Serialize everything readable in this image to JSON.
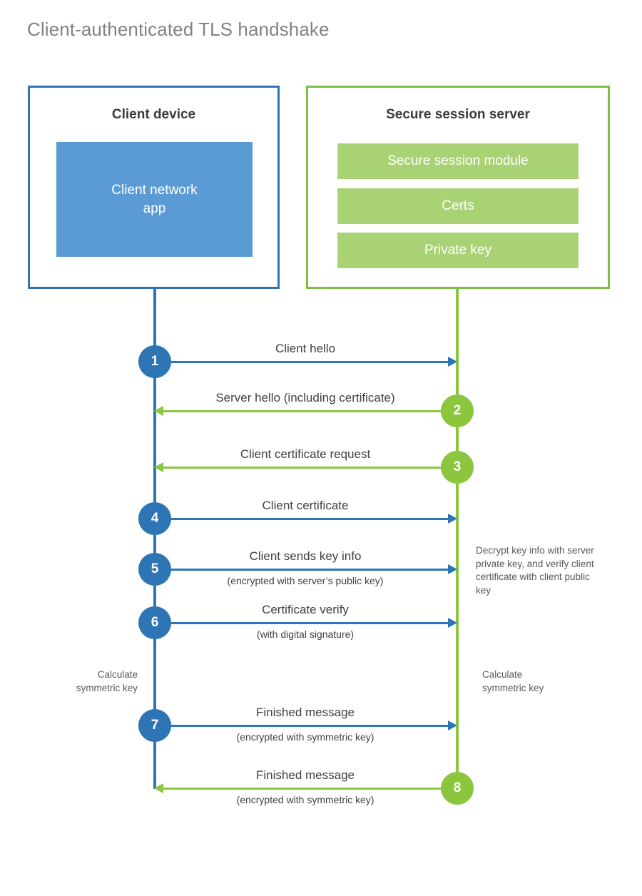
{
  "title": "Client-authenticated TLS handshake",
  "colors": {
    "client_border": "#2E75B6",
    "client_fill": "#5B9BD5",
    "server_border": "#7DBF40",
    "server_fill": "#A9D275",
    "client_line": "#2E75B6",
    "server_line": "#8CC63F",
    "title_text": "#808285",
    "body_text": "#404041"
  },
  "client": {
    "title": "Client device",
    "app_label": "Client network\napp",
    "app_label_line1": "Client network",
    "app_label_line2": "app"
  },
  "server": {
    "title": "Secure session server",
    "components": [
      {
        "label": "Secure session module"
      },
      {
        "label": "Certs"
      },
      {
        "label": "Private key"
      }
    ]
  },
  "steps": [
    {
      "number": "1",
      "label": "Client hello",
      "sublabel": "",
      "direction": "client-to-server",
      "origin": "client"
    },
    {
      "number": "2",
      "label": "Server hello (including certificate)",
      "sublabel": "",
      "direction": "server-to-client",
      "origin": "server"
    },
    {
      "number": "3",
      "label": "Client certificate request",
      "sublabel": "",
      "direction": "server-to-client",
      "origin": "server"
    },
    {
      "number": "4",
      "label": "Client certificate",
      "sublabel": "",
      "direction": "client-to-server",
      "origin": "client"
    },
    {
      "number": "5",
      "label": "Client sends key info",
      "sublabel": "(encrypted with server’s public key)",
      "direction": "client-to-server",
      "origin": "client"
    },
    {
      "number": "6",
      "label": "Certificate verify",
      "sublabel": "(with digital signature)",
      "direction": "client-to-server",
      "origin": "client"
    },
    {
      "number": "7",
      "label": "Finished message",
      "sublabel": "(encrypted with symmetric key)",
      "direction": "client-to-server",
      "origin": "client"
    },
    {
      "number": "8",
      "label": "Finished message",
      "sublabel": "(encrypted with symmetric key)",
      "direction": "server-to-client",
      "origin": "server"
    }
  ],
  "notes": {
    "server_decrypt": "Decrypt key info with server private key, and verify client certificate with client public key",
    "client_symmetric_key": "Calculate\nsymmetric key",
    "client_symmetric_key_line1": "Calculate",
    "client_symmetric_key_line2": "symmetric key",
    "server_symmetric_key": "Calculate\nsymmetric key",
    "server_symmetric_key_line1": "Calculate",
    "server_symmetric_key_line2": "symmetric key"
  }
}
